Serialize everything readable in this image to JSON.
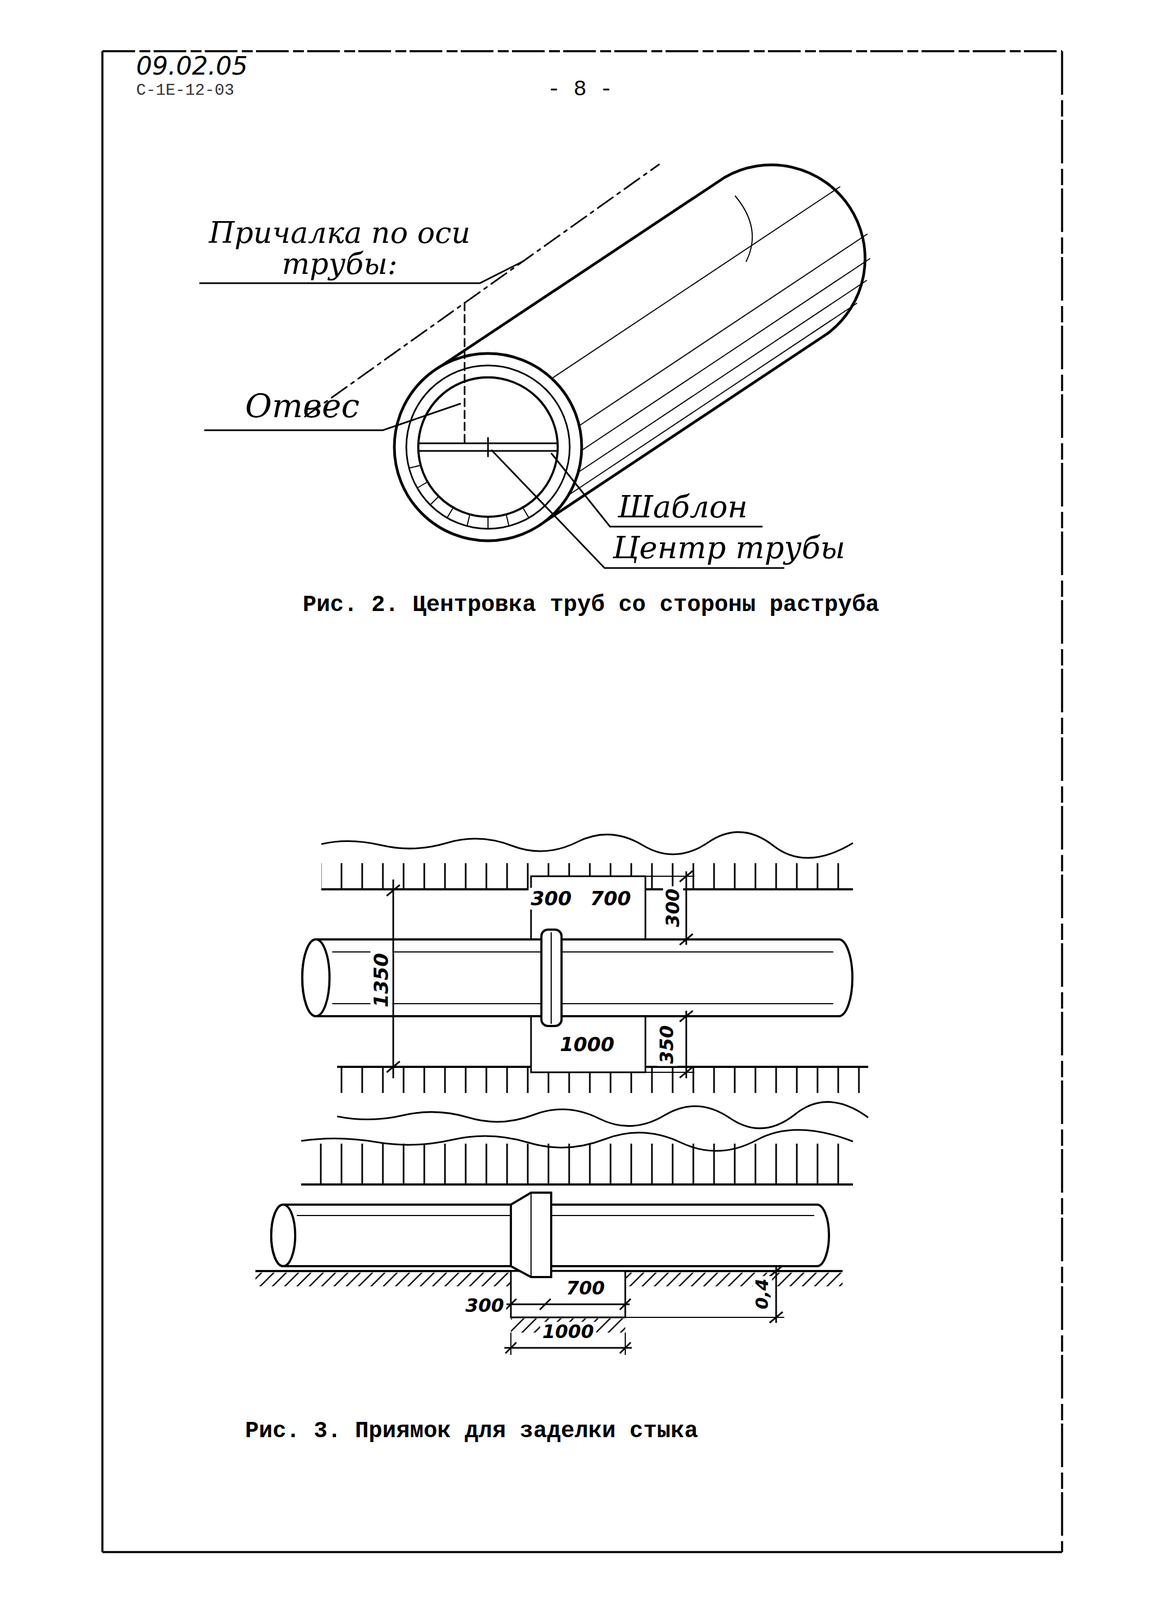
{
  "diagram": {
    "labels": [
      "09.02.05",
      "С-1Е-12-03",
      "- 8 -",
      "Причалка по оси трубы:",
      "Отвес",
      "Шаблон",
      "Центр трубы",
      "Рис. 2. Центровка труб со стороны раструба",
      "300",
      "700",
      "300",
      "1350",
      "1000",
      "350",
      "300",
      "700",
      "1000",
      "0,4",
      "Рис. 3. Приямок для заделки стыка"
    ]
  }
}
